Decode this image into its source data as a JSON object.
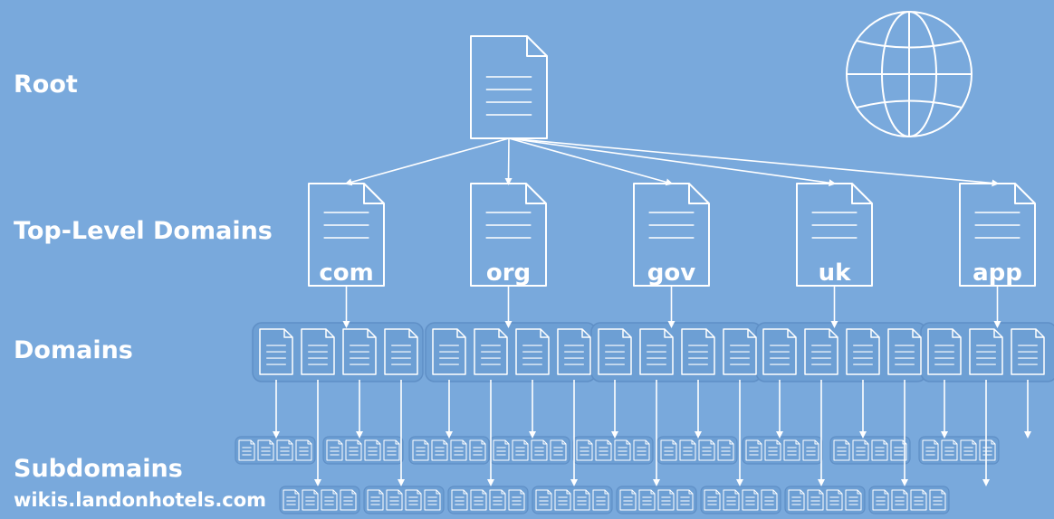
{
  "labels": {
    "root": "Root",
    "tld": "Top-Level Domains",
    "domains": "Domains",
    "subdomains": "Subdomains",
    "example": "wikis.landonhotels.com"
  },
  "tlds": [
    "com",
    "org",
    "gov",
    "uk",
    "app"
  ],
  "icons": {
    "globe": "globe-icon",
    "document": "document-icon"
  },
  "colors": {
    "background": "#79a9dc",
    "line": "#ffffff",
    "group_fill": "#6d9fd4",
    "group_stroke": "#5f8fc6"
  }
}
